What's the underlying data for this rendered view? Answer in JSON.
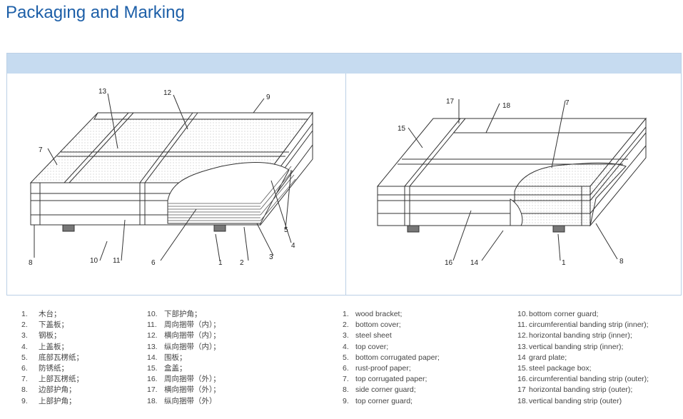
{
  "page": {
    "title": "Packaging and Marking"
  },
  "diagram_left": {
    "labels": [
      "13",
      "12",
      "9",
      "7",
      "8",
      "10",
      "11",
      "6",
      "1",
      "2",
      "3",
      "4",
      "5"
    ]
  },
  "diagram_right": {
    "labels": [
      "17",
      "18",
      "7",
      "15",
      "16",
      "14",
      "1",
      "8"
    ]
  },
  "legend": {
    "chinese_col1": [
      {
        "num": "1.",
        "text": "木台；"
      },
      {
        "num": "2.",
        "text": "下盖板；"
      },
      {
        "num": "3.",
        "text": "钢板；"
      },
      {
        "num": "4.",
        "text": "上盖板；"
      },
      {
        "num": "5.",
        "text": "底部瓦楞纸；"
      },
      {
        "num": "6.",
        "text": "防锈纸；"
      },
      {
        "num": "7.",
        "text": "上部瓦楞纸；"
      },
      {
        "num": "8.",
        "text": "边部护角；"
      },
      {
        "num": "9.",
        "text": "上部护角；"
      }
    ],
    "chinese_col2": [
      {
        "num": "10.",
        "text": "下部护角；"
      },
      {
        "num": "11.",
        "text": "周向捆带（内）；"
      },
      {
        "num": "12.",
        "text": "横向捆带（内）；"
      },
      {
        "num": "13.",
        "text": "纵向捆带（内）；"
      },
      {
        "num": "14.",
        "text": "围板；"
      },
      {
        "num": "15.",
        "text": "盒盖；"
      },
      {
        "num": "16.",
        "text": "周向捆带（外）；"
      },
      {
        "num": "17.",
        "text": "横向捆带（外）；"
      },
      {
        "num": "18.",
        "text": "纵向捆带（外）"
      }
    ],
    "english_col1": [
      {
        "num": "1.",
        "text": "wood bracket;"
      },
      {
        "num": "2.",
        "text": "bottom cover;"
      },
      {
        "num": "3.",
        "text": "steel sheet"
      },
      {
        "num": "4.",
        "text": "top cover;"
      },
      {
        "num": "5.",
        "text": "bottom corrugated paper;"
      },
      {
        "num": "6.",
        "text": "rust-proof paper;"
      },
      {
        "num": "7.",
        "text": "top corrugated paper;"
      },
      {
        "num": "8.",
        "text": "side corner guard;"
      },
      {
        "num": "9.",
        "text": "top corner guard;"
      }
    ],
    "english_col2": [
      {
        "num": "10.",
        "text": "bottom corner guard;"
      },
      {
        "num": "11.",
        "text": "circumferential banding strip (inner);"
      },
      {
        "num": "12.",
        "text": "horizontal banding strip (inner);"
      },
      {
        "num": "13.",
        "text": "vertical banding strip (inner);"
      },
      {
        "num": "14",
        "text": "grard plate;"
      },
      {
        "num": "15.",
        "text": "steel package box;"
      },
      {
        "num": "16.",
        "text": "circumferential banding strip (outer);"
      },
      {
        "num": "17",
        "text": "horizontal banding strip (outer);"
      },
      {
        "num": "18.",
        "text": "vertical banding strip (outer)"
      }
    ]
  },
  "colors": {
    "title": "#1d5fa8",
    "band": "#c6dbf0",
    "line": "#333333",
    "border": "#bcd0e6"
  }
}
